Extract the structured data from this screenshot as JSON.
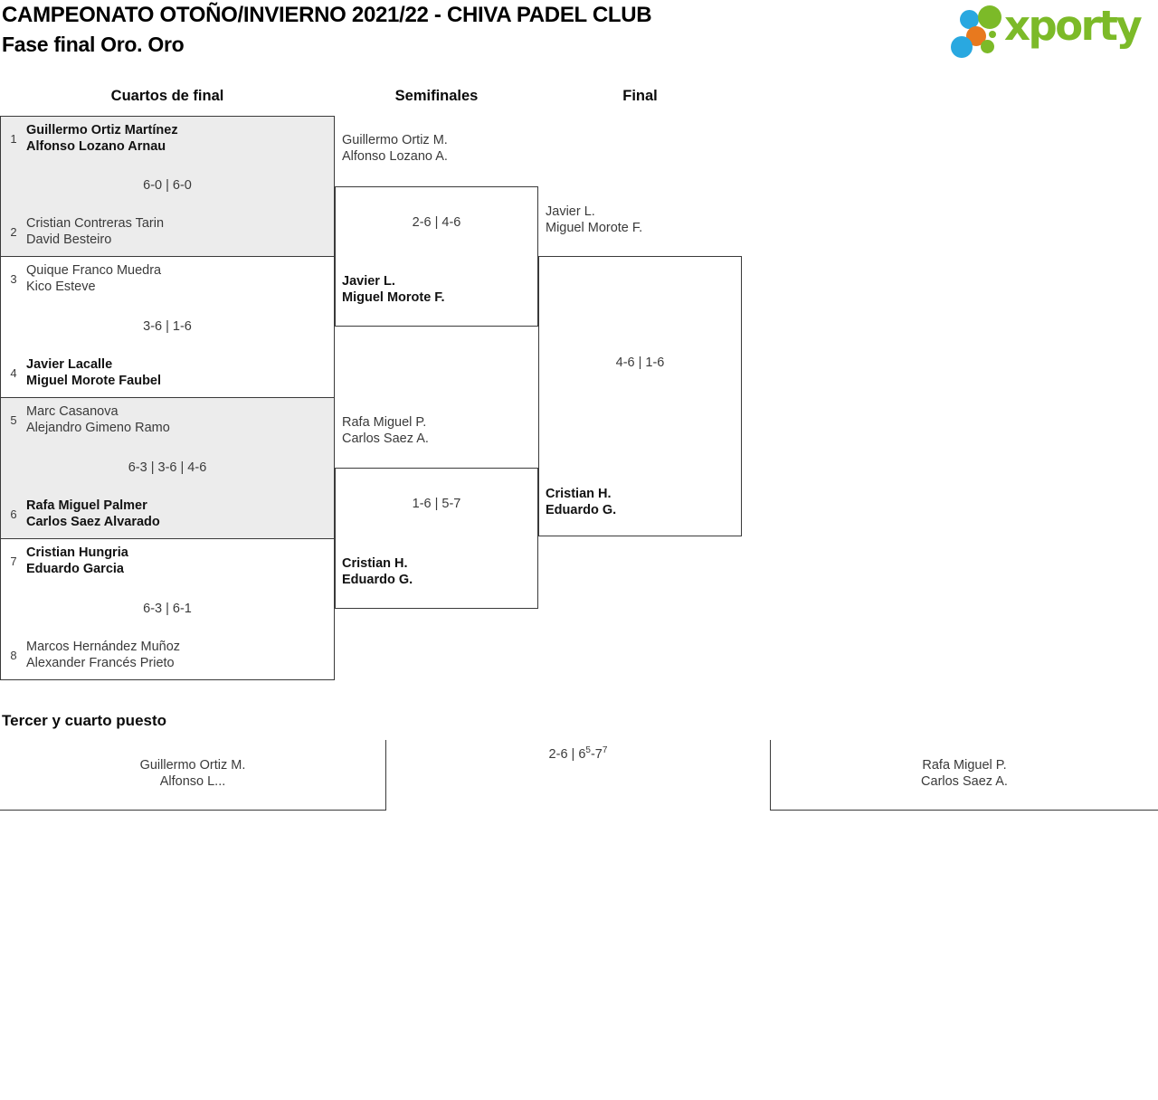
{
  "header": {
    "title": "CAMPEONATO OTOÑO/INVIERNO 2021/22 - CHIVA PADEL CLUB",
    "subtitle": "Fase final Oro. Oro",
    "logo_text": "xporty"
  },
  "colors": {
    "logo_green": "#7cba28",
    "logo_blue": "#29a8e0",
    "logo_orange": "#e8791e",
    "match_gray_background": "#ececec",
    "bracket_line": "#3a3a3a"
  },
  "rounds": {
    "quarterfinals": "Cuartos de final",
    "semifinals": "Semifinales",
    "final": "Final"
  },
  "quarterfinals": [
    {
      "seed_top": "1",
      "team_top": [
        "Guillermo Ortiz Martínez",
        "Alfonso Lozano Arnau"
      ],
      "score": "6-0 | 6-0",
      "seed_bottom": "2",
      "team_bottom": [
        "Cristian Contreras Tarin",
        "David Besteiro"
      ],
      "winner": "top"
    },
    {
      "seed_top": "3",
      "team_top": [
        "Quique Franco Muedra",
        "Kico Esteve"
      ],
      "score": "3-6 | 1-6",
      "seed_bottom": "4",
      "team_bottom": [
        "Javier Lacalle",
        "Miguel Morote Faubel"
      ],
      "winner": "bottom"
    },
    {
      "seed_top": "5",
      "team_top": [
        "Marc Casanova",
        "Alejandro Gimeno Ramo"
      ],
      "score": "6-3 | 3-6 | 4-6",
      "seed_bottom": "6",
      "team_bottom": [
        "Rafa Miguel Palmer",
        "Carlos Saez Alvarado"
      ],
      "winner": "bottom"
    },
    {
      "seed_top": "7",
      "team_top": [
        "Cristian Hungria",
        "Eduardo Garcia"
      ],
      "score": "6-3 | 6-1",
      "seed_bottom": "8",
      "team_bottom": [
        "Marcos Hernández Muñoz",
        "Alexander Francés Prieto"
      ],
      "winner": "top"
    }
  ],
  "semifinals": [
    {
      "team_top": [
        "Guillermo Ortiz M.",
        "Alfonso Lozano A."
      ],
      "score": "2-6 | 4-6",
      "team_bottom": [
        "Javier L.",
        "Miguel Morote F."
      ],
      "winner": "bottom"
    },
    {
      "team_top": [
        "Rafa Miguel P.",
        "Carlos Saez A."
      ],
      "score": "1-6 | 5-7",
      "team_bottom": [
        "Cristian H.",
        "Eduardo G."
      ],
      "winner": "bottom"
    }
  ],
  "final": {
    "team_top": [
      "Javier L.",
      "Miguel Morote F."
    ],
    "score": "4-6 | 1-6",
    "team_bottom": [
      "Cristian H.",
      "Eduardo G."
    ],
    "winner": "bottom"
  },
  "third_place": {
    "heading": "Tercer y cuarto puesto",
    "team_left": [
      "Guillermo Ortiz M.",
      "Alfonso L..."
    ],
    "score_part1": "2-6 | 6",
    "score_sup1": "5",
    "score_part2": "-7",
    "score_sup2": "7",
    "team_right": [
      "Rafa Miguel P.",
      "Carlos Saez A."
    ]
  }
}
